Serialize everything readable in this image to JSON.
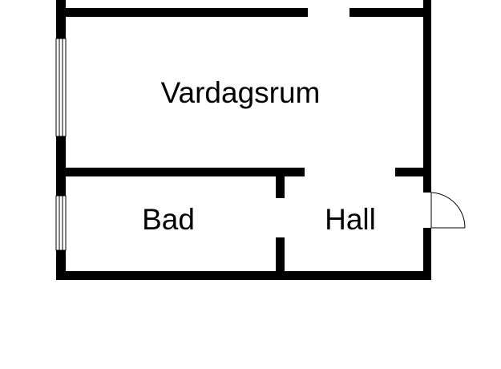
{
  "rooms": {
    "living_room": "Vardagsrum",
    "bathroom": "Bad",
    "hall": "Hall"
  },
  "colors": {
    "wall": "#000000",
    "background": "#ffffff"
  }
}
